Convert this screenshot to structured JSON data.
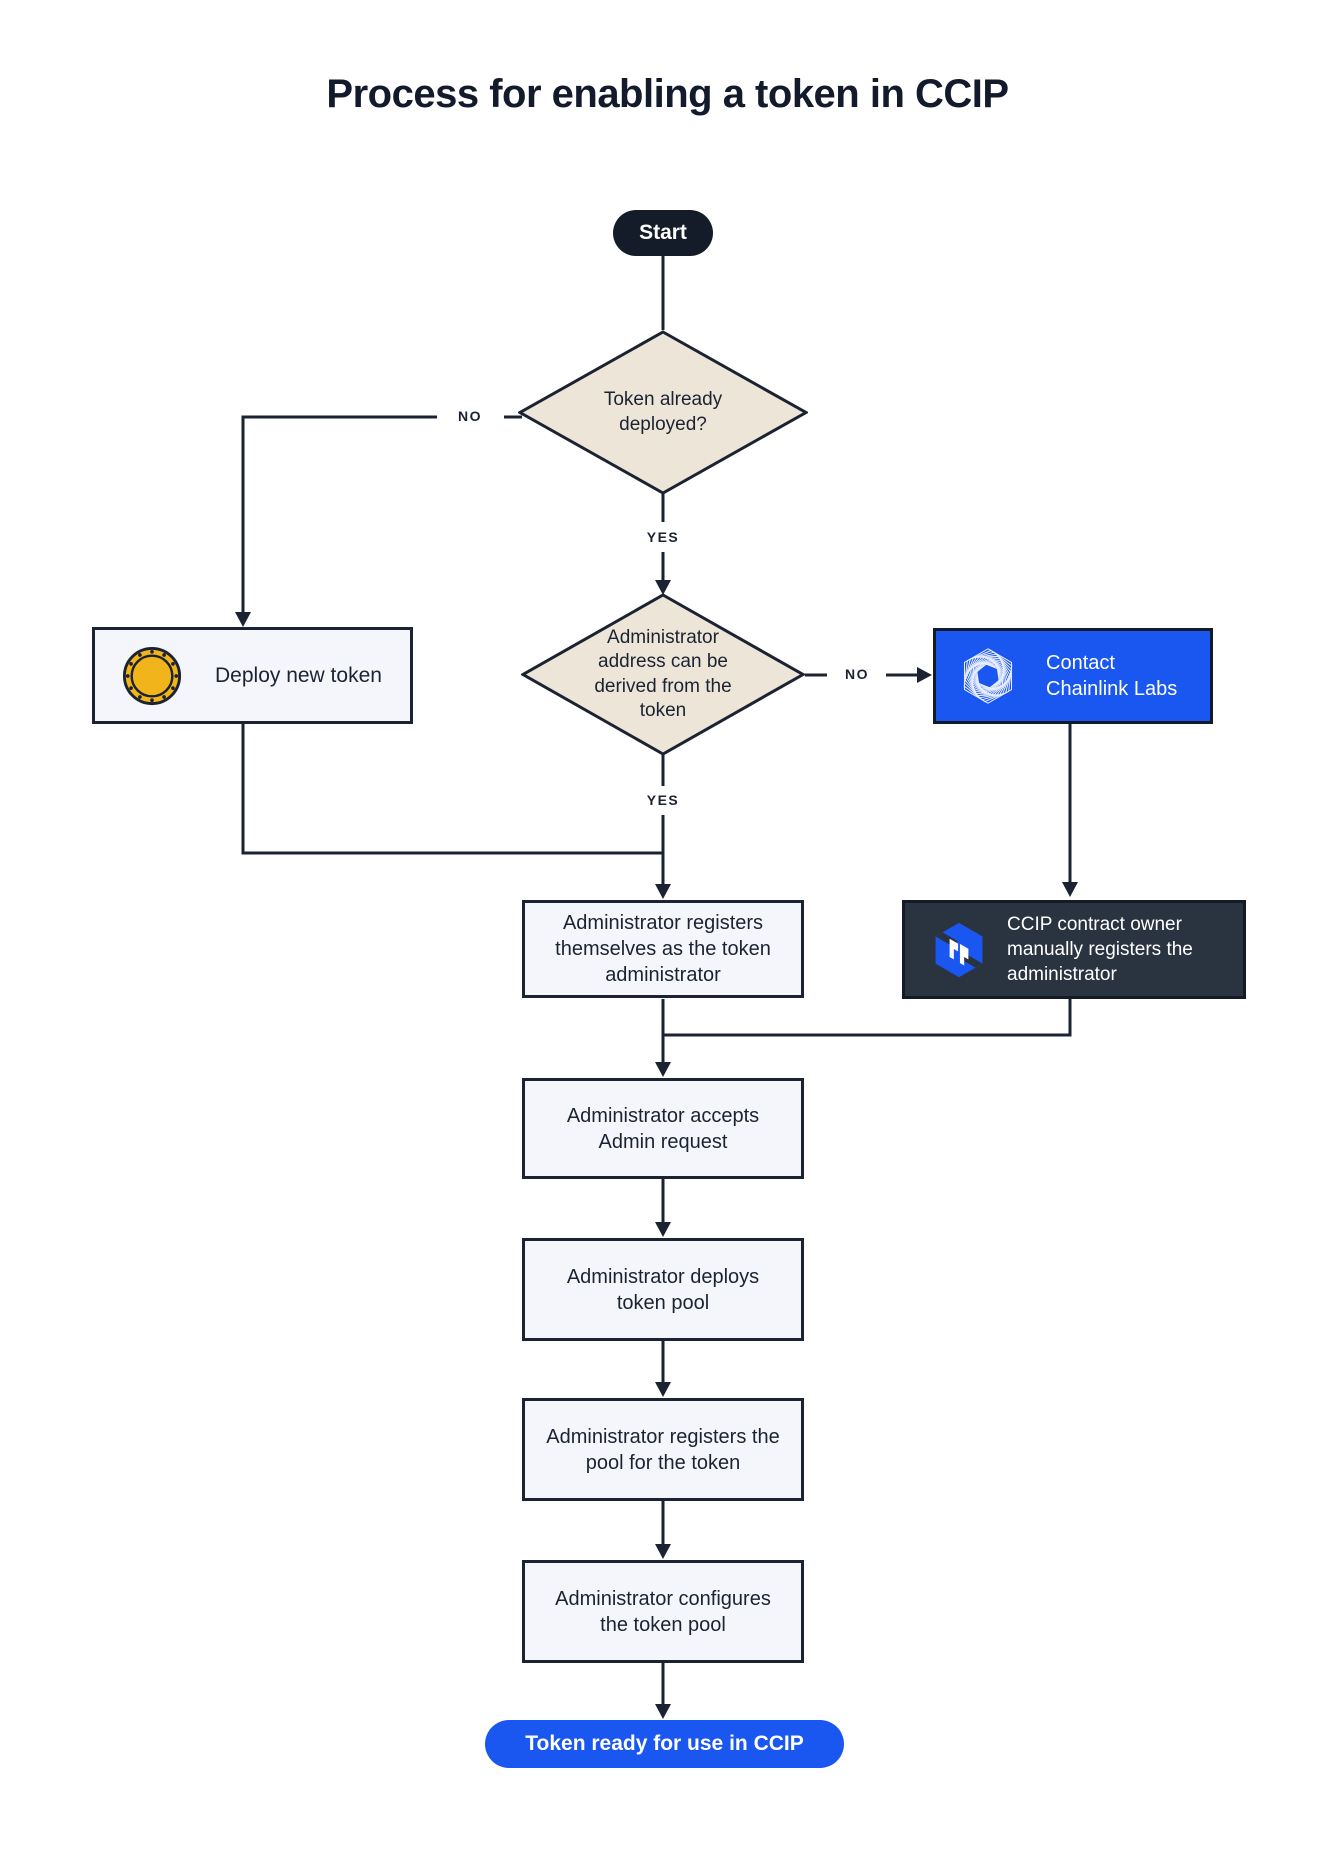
{
  "title": "Process for enabling a token in CCIP",
  "nodes": {
    "start": "Start",
    "decision_token_deployed": "Token already deployed?",
    "deploy_new_token": "Deploy new token",
    "decision_admin_address": "Administrator address can be derived from the token",
    "contact_chainlink": "Contact Chainlink Labs",
    "ccip_owner_registers": "CCIP contract owner manually registers the administrator",
    "admin_registers_self": "Administrator registers themselves as the token administrator",
    "admin_accepts": "Administrator accepts Admin request",
    "admin_deploys_pool": "Administrator deploys token pool",
    "admin_registers_pool": "Administrator registers the pool for the token",
    "admin_configures_pool": "Administrator configures the token pool",
    "end": "Token ready for use in CCIP"
  },
  "edge_labels": {
    "token_deployed_no": "NO",
    "token_deployed_yes": "YES",
    "admin_address_no": "NO",
    "admin_address_yes": "YES"
  },
  "icons": {
    "coin": "coin-icon",
    "chainlink_labs": "chainlink-labs-icon",
    "ccip": "ccip-icon"
  },
  "colors": {
    "accent_blue": "#1A56F0",
    "navy": "#1B2332",
    "diamond_beige": "#EDE6D8",
    "box_light": "#F4F6FB",
    "dark_slate": "#2A3340",
    "coin_gold": "#F2B41B"
  }
}
